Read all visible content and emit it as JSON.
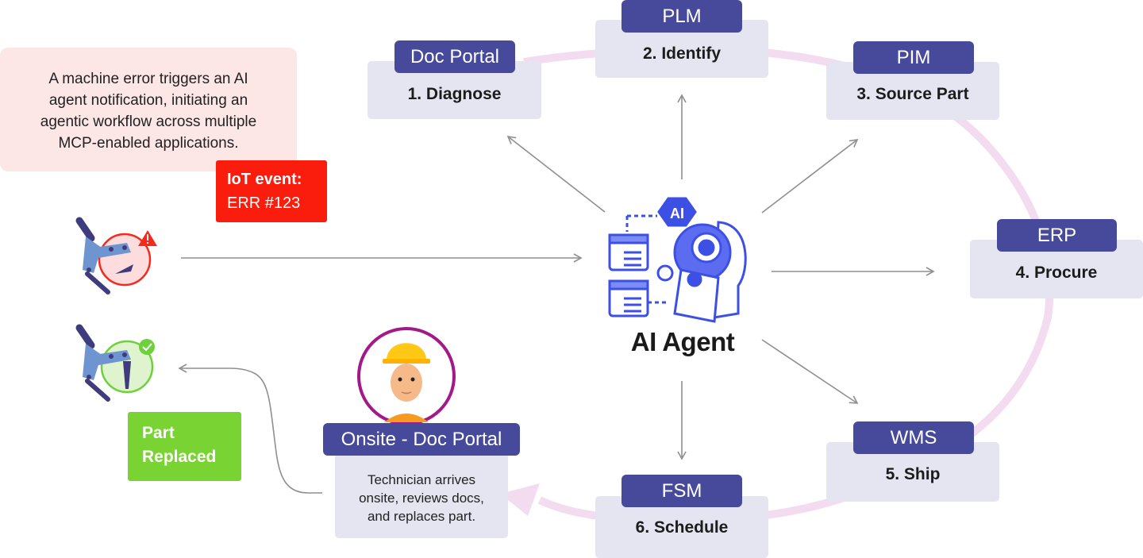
{
  "colors": {
    "tag_bg": "#474a9a",
    "card_bg": "#e5e5f1",
    "cycle_arc": "#f3dcef",
    "arrow": "#8f8f8f",
    "error_red": "#fa1c0c",
    "success_green": "#79d433",
    "note_bg": "#fde6e6",
    "agent_blue": "#3d50e6"
  },
  "intro_note": {
    "lines": [
      "A machine error triggers an AI",
      "agent notification, initiating an",
      "agentic workflow across multiple",
      "MCP-enabled applications."
    ]
  },
  "iot_event": {
    "label": "IoT event:",
    "code": "ERR #123"
  },
  "machine_error": {
    "icon": "robot-arm-error-icon",
    "badge": "warning-icon"
  },
  "machine_fixed": {
    "icon": "robot-arm-ok-icon",
    "badge": "check-icon"
  },
  "part_replaced": {
    "lines": [
      "Part",
      "Replaced"
    ]
  },
  "agent": {
    "title": "AI Agent",
    "badge": "AI",
    "icon": "ai-agent-robot-icon"
  },
  "steps": [
    {
      "system": "Doc Portal",
      "step": "1. Diagnose"
    },
    {
      "system": "PLM",
      "step": "2. Identify"
    },
    {
      "system": "PIM",
      "step": "3. Source Part"
    },
    {
      "system": "ERP",
      "step": "4. Procure"
    },
    {
      "system": "WMS",
      "step": "5. Ship"
    },
    {
      "system": "FSM",
      "step": "6. Schedule"
    }
  ],
  "onsite": {
    "system": "Onsite - Doc Portal",
    "lines": [
      "Technician arrives",
      "onsite, reviews docs,",
      "and replaces part."
    ],
    "avatar": "technician-avatar-icon"
  }
}
